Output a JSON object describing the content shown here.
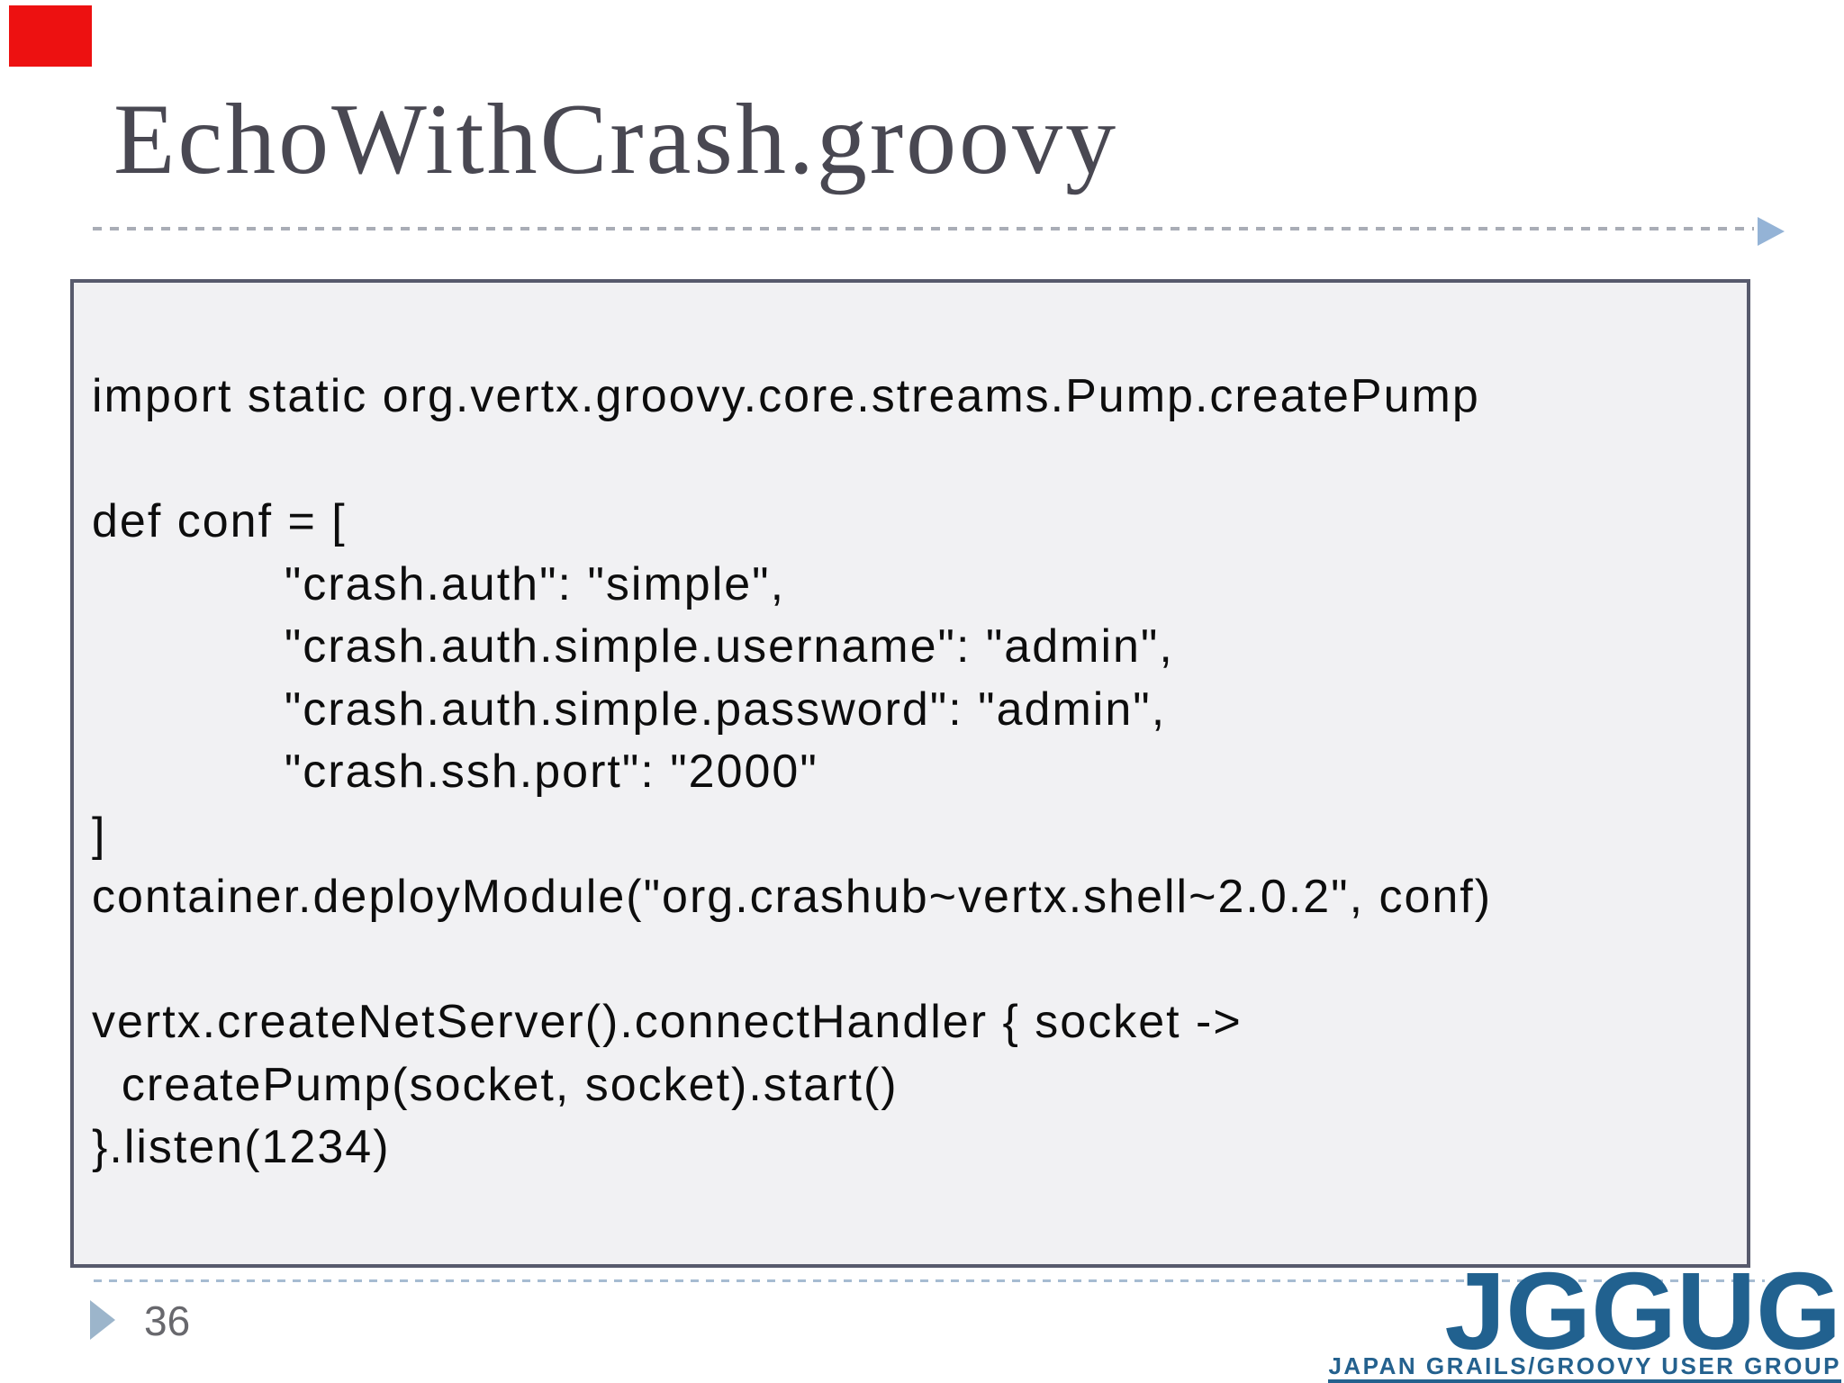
{
  "slide": {
    "title": "EchoWithCrash.groovy",
    "page_number": "36",
    "code_lines": [
      "import static org.vertx.groovy.core.streams.Pump.createPump",
      "",
      "def conf = [",
      "\t\"crash.auth\": \"simple\",",
      "\t\"crash.auth.simple.username\": \"admin\",",
      "\t\"crash.auth.simple.password\": \"admin\",",
      "\t\"crash.ssh.port\": \"2000\"",
      "]",
      "container.deployModule(\"org.crashub~vertx.shell~2.0.2\", conf)",
      "",
      "vertx.createNetServer().connectHandler { socket ->",
      "  createPump(socket, socket).start()",
      "}.listen(1234)"
    ]
  },
  "logo": {
    "wordmark": "JGGUG",
    "tagline": "JAPAN GRAILS/GROOVY USER GROUP"
  },
  "icons": {
    "red_marker": "red-rectangle-annotation",
    "title_rule_arrow": "right-arrow",
    "page_bullet": "right-triangle-bullet"
  },
  "colors": {
    "title_text": "#494852",
    "code_panel_background": "#f1f1f3",
    "code_panel_border": "#575a6c",
    "code_text": "#0d0d0d",
    "title_rule_dash": "#a9adb6",
    "footer_rule_dash": "#a6bcd2",
    "bullet_blue": "#9cb5cb",
    "page_number_gray": "#68686d",
    "logo_blue": "#21618f",
    "marker_red": "#ed1111"
  }
}
